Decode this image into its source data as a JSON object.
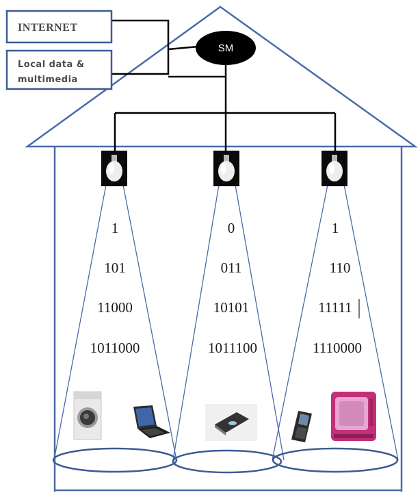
{
  "boxes": {
    "internet": "INTERNET",
    "local_line1": "Local data &",
    "local_line2": "multimedia"
  },
  "hub": {
    "label": "SM"
  },
  "beams": [
    {
      "codes": [
        "1",
        "101",
        "11000",
        "1011000"
      ],
      "devices": [
        "washing-machine",
        "laptop"
      ]
    },
    {
      "codes": [
        "0",
        "011",
        "10101",
        "1011100"
      ],
      "devices": [
        "smart-speaker"
      ]
    },
    {
      "codes": [
        "1",
        "110",
        "11111",
        "1110000"
      ],
      "devices": [
        "mobile-phone",
        "microwave-oven"
      ]
    }
  ],
  "colors": {
    "roof_and_walls": "#4a6aa8",
    "wire": "#000000",
    "hub_fill": "#000000",
    "box_border": "#3b5b95",
    "beam_line": "#4a6aa8",
    "microwave": "#c2307a"
  }
}
